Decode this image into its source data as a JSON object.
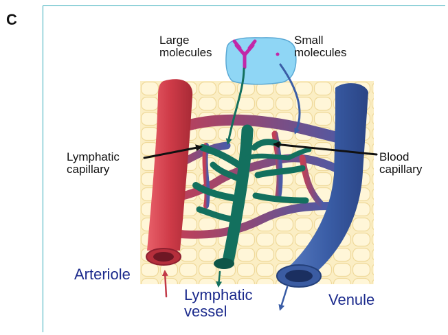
{
  "panel_label": "C",
  "labels": {
    "large_molecules": "Large\nmolecules",
    "small_molecules": "Small\nmolecules",
    "lymphatic_capillary": "Lymphatic\ncapillary",
    "blood_capillary": "Blood\ncapillary",
    "arteriole": "Arteriole",
    "lymphatic_vessel": "Lymphatic\nvessel",
    "venule": "Venule"
  },
  "colors": {
    "frame": "#2ba8b4",
    "tissue": "#fbeec4",
    "arteriole": "#cf3b48",
    "venule": "#3a5da6",
    "lymphatic": "#13705e",
    "capillary_mix": "#8a4a7a",
    "bubble": "#8fd6f5",
    "antibody": "#c227a8",
    "label_blue": "#1b2a8c"
  },
  "icons": [
    "antibody-icon",
    "small-molecule-dot"
  ]
}
